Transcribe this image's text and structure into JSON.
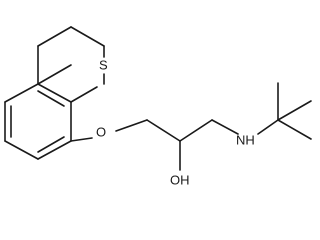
{
  "molecule": {
    "atoms": {
      "sulfur": "S",
      "ether_oxygen": "O",
      "amine": "NH",
      "hydroxyl": "OH"
    }
  },
  "colors": {
    "bond": "#1a1a1a",
    "background": "#ffffff"
  }
}
